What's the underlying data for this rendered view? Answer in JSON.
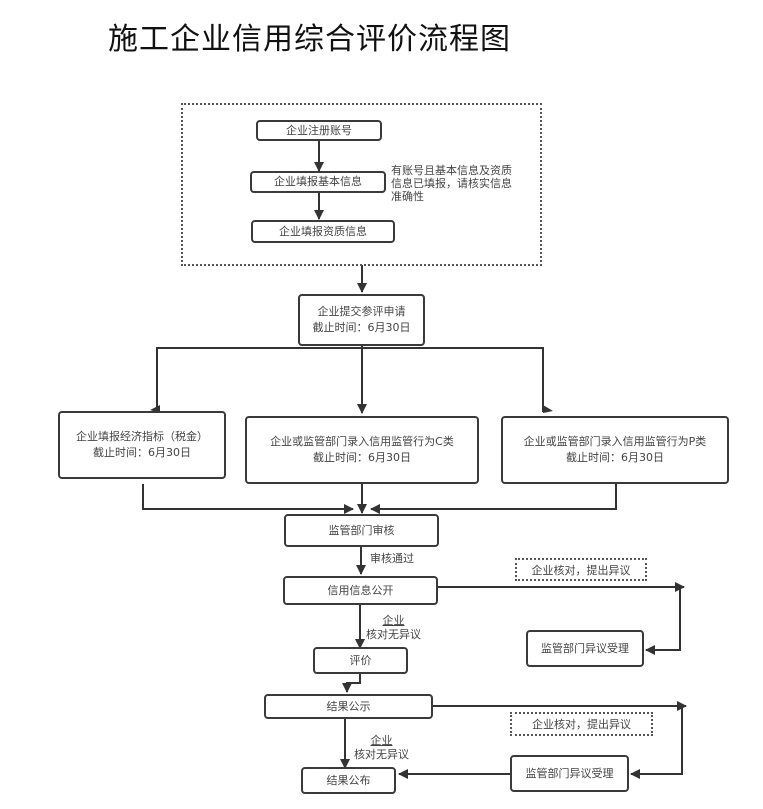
{
  "title": "施工企业信用综合评价流程图",
  "nodes": {
    "register": "企业注册账号",
    "basic_info": "企业填报基本信息",
    "qualification": "企业填报资质信息",
    "submit": [
      "企业提交参评申请",
      "截止时间：6月30日"
    ],
    "economic": [
      "企业填报经济指标（税金）",
      "截止时间：6月30日"
    ],
    "behavior_c": [
      "企业或监管部门录入信用监管行为C类",
      "截止时间：6月30日"
    ],
    "behavior_p": [
      "企业或监管部门录入信用监管行为P类",
      "截止时间：6月30日"
    ],
    "review": "监管部门审核",
    "publish_info": "信用信息公开",
    "objection_handling_1": "监管部门异议受理",
    "evaluate": "评价",
    "result_notice": "结果公示",
    "objection_handling_2": "监管部门异议受理",
    "result_publish": "结果公布"
  },
  "notes": {
    "existing_account": [
      "有账号且基本信息及资质",
      "信息已填报，请核实信息",
      "准确性"
    ],
    "objection_1": "企业核对，提出异议",
    "objection_2": "企业核对，提出异议"
  },
  "edge_labels": {
    "review_passed": "审核通过",
    "no_objection_1": [
      "企业",
      "核对无异议"
    ],
    "no_objection_2": [
      "企业",
      "核对无异议"
    ]
  }
}
